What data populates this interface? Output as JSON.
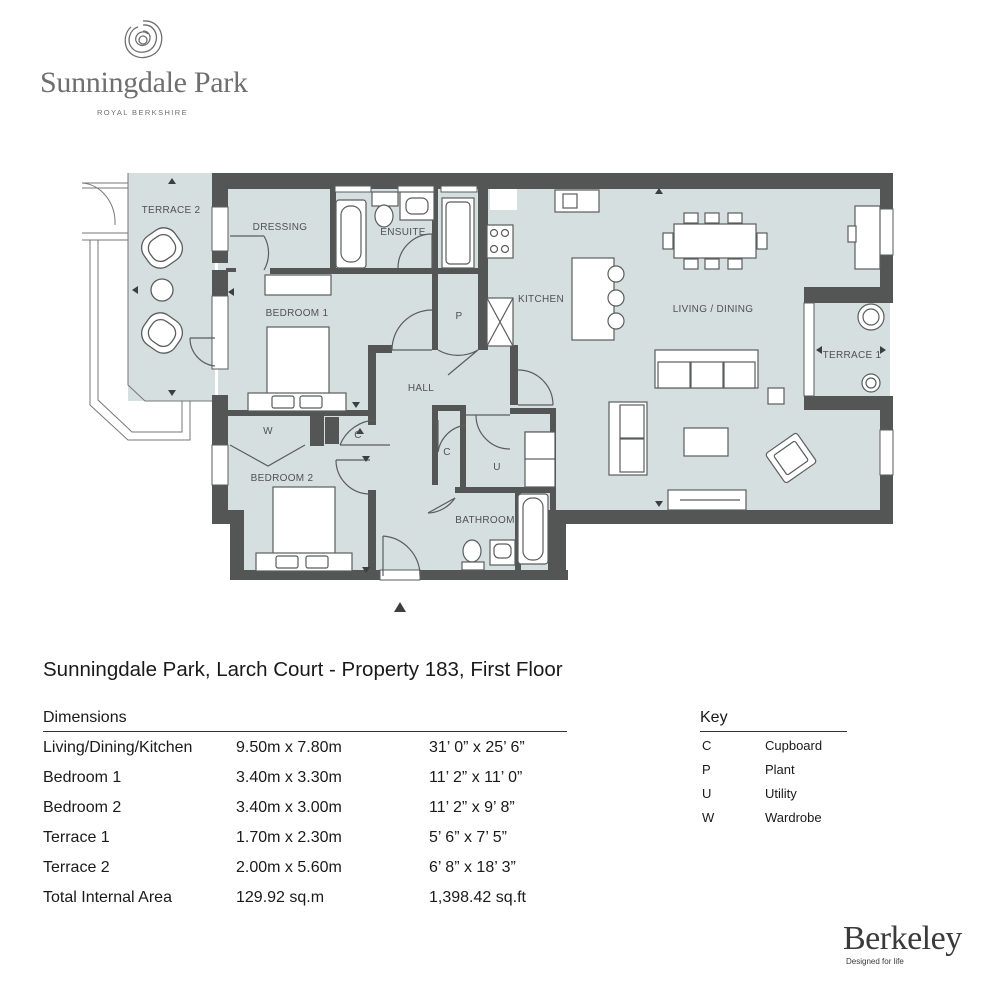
{
  "brand": {
    "name": "Sunningdale Park",
    "subtitle": "ROYAL BERKSHIRE"
  },
  "title": "Sunningdale Park, Larch Court - Property 183, First Floor",
  "rooms": {
    "terrace2": "TERRACE 2",
    "dressing": "DRESSING",
    "ensuite": "ENSUITE",
    "bedroom1": "BEDROOM 1",
    "plant": "P",
    "kitchen": "KITCHEN",
    "living": "LIVING / DINING",
    "terrace1": "TERRACE 1",
    "hall": "HALL",
    "wardrobe": "W",
    "cupboard1": "C",
    "cupboard2": "C",
    "bedroom2": "BEDROOM 2",
    "utility": "U",
    "bathroom": "BATHROOM"
  },
  "dimensions": {
    "heading": "Dimensions",
    "rows": [
      {
        "room": "Living/Dining/Kitchen",
        "metric": "9.50m x 7.80m",
        "imperial": "31’ 0” x 25’ 6”"
      },
      {
        "room": "Bedroom 1",
        "metric": "3.40m x 3.30m",
        "imperial": "11’ 2” x 11’ 0”"
      },
      {
        "room": "Bedroom 2",
        "metric": "3.40m x 3.00m",
        "imperial": "11’ 2” x 9’ 8”"
      },
      {
        "room": "Terrace 1",
        "metric": "1.70m x 2.30m",
        "imperial": "5’ 6” x 7’ 5”"
      },
      {
        "room": "Terrace 2",
        "metric": "2.00m x 5.60m",
        "imperial": "6’ 8” x 18’ 3”"
      },
      {
        "room": "Total Internal Area",
        "metric": "129.92 sq.m",
        "imperial": "1,398.42 sq.ft"
      }
    ]
  },
  "key": {
    "heading": "Key",
    "items": [
      {
        "code": "C",
        "label": "Cupboard"
      },
      {
        "code": "P",
        "label": "Plant"
      },
      {
        "code": "U",
        "label": "Utility"
      },
      {
        "code": "W",
        "label": "Wardrobe"
      }
    ]
  },
  "footer": {
    "brand": "Berkeley",
    "tagline": "Designed for life"
  },
  "colors": {
    "wall": "#545656",
    "floor": "#d6dfdf",
    "fixture": "#ffffff",
    "line": "#5a5d5d",
    "text": "#1e1e1e"
  }
}
